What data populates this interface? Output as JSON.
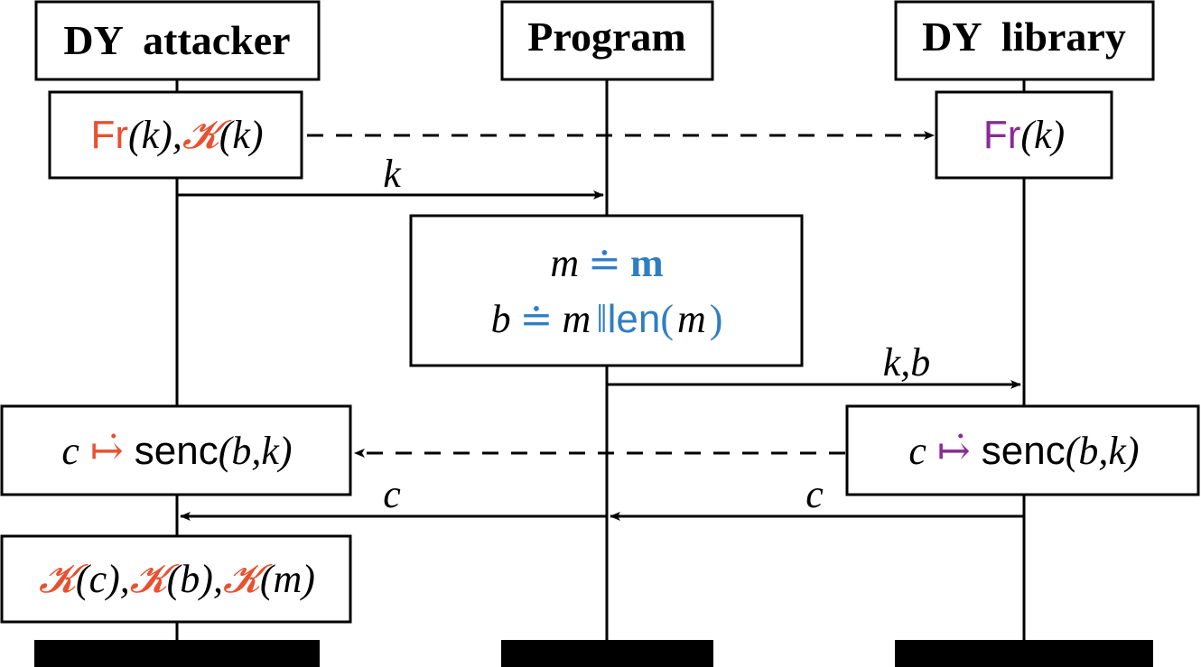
{
  "colors": {
    "attacker_red": "#e8502f",
    "library_purple": "#8a2a96",
    "program_blue": "#2f7ec4",
    "line": "#000000"
  },
  "participants": {
    "attacker": "DY  attacker",
    "program": "Program",
    "library": "DY  library"
  },
  "events": {
    "attacker_fresh": {
      "fr": "Fr",
      "k_arg": "(k)",
      "comma": ",",
      "K": "𝓚",
      "k_arg2": "(k)"
    },
    "library_fresh": {
      "fr": "Fr",
      "k_arg": "(k)"
    },
    "program_block": {
      "line1": {
        "m": "m",
        "op": "≐",
        "m_bold": "m"
      },
      "line2": {
        "b": "b",
        "op": "≐",
        "m": "m",
        "concat": "‖",
        "len": "len",
        "lparen": "(",
        "m_arg": "m",
        "rparen": ")"
      }
    },
    "attacker_senc": {
      "c": "c",
      "arrow": "↦̇",
      "senc": "senc",
      "args": "(b,k)"
    },
    "library_senc": {
      "c": "c",
      "arrow": "↦̇",
      "senc": "senc",
      "args": "(b,k)"
    },
    "attacker_knows": {
      "K1": "𝓚",
      "arg1": "(c),",
      "K2": "𝓚",
      "arg2": "(b),",
      "K3": "𝓚",
      "arg3": "(m)"
    }
  },
  "messages": {
    "k_to_program": "k",
    "kb_to_library": "k,b",
    "c_from_library": "c",
    "c_to_attacker": "c"
  }
}
